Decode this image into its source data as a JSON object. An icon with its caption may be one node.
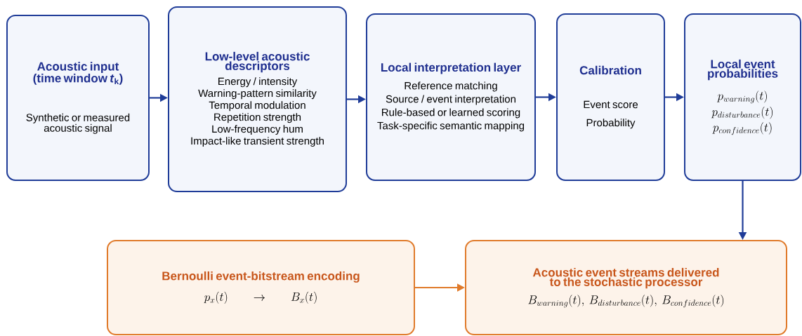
{
  "diagram": {
    "nodes": [
      {
        "text": [
          "Acoustic input (time window *t*$_{k}$)",
          "Synthetic or measured acoustic signal"
        ]
      },
      {
        "text": [
          "Low-level acoustic descriptors",
          "Energy / intensity",
          "Warning-pattern similarity",
          "Temporal modulation",
          "Repetition strength",
          "Low-frequency hum",
          "Impact-like transient strength"
        ]
      },
      {
        "text": [
          "Local interpretation layer",
          "Reference matching",
          "Source / event interpretation",
          "Rule-based or learned scoring",
          "Task-specific semantic mapping"
        ]
      },
      {
        "text": [
          "Calibration",
          "Event score",
          "Probability"
        ]
      },
      {
        "text": [
          "Local event probabilities",
          "p_{warning}(t)",
          "p_{disturbance}(t)",
          "p_{confidence}(t)"
        ]
      },
      {
        "text": [
          "Bernoulli event-bitstream encoding",
          "p_x(t) \\rightarrow B_x(t)"
        ]
      },
      {
        "text": [
          "Acoustic event streams delivered to the stochastic processor",
          "B_{warning}(t),\\ B_{disturbance}(t),\\ B_{confidence}(t)"
        ]
      }
    ],
    "edges": [
      {
        "from": 0,
        "to": 1,
        "arrow": "to"
      },
      {
        "from": 1,
        "to": 2,
        "arrow": "to"
      },
      {
        "from": 2,
        "to": 3,
        "arrow": "to"
      },
      {
        "from": 3,
        "to": 4,
        "arrow": "to"
      },
      {
        "from": 4,
        "to": 6,
        "arrow": "to"
      },
      {
        "from": 5,
        "to": 6,
        "arrow": "to",
        "color": "#e07a2a"
      }
    ]
  }
}
